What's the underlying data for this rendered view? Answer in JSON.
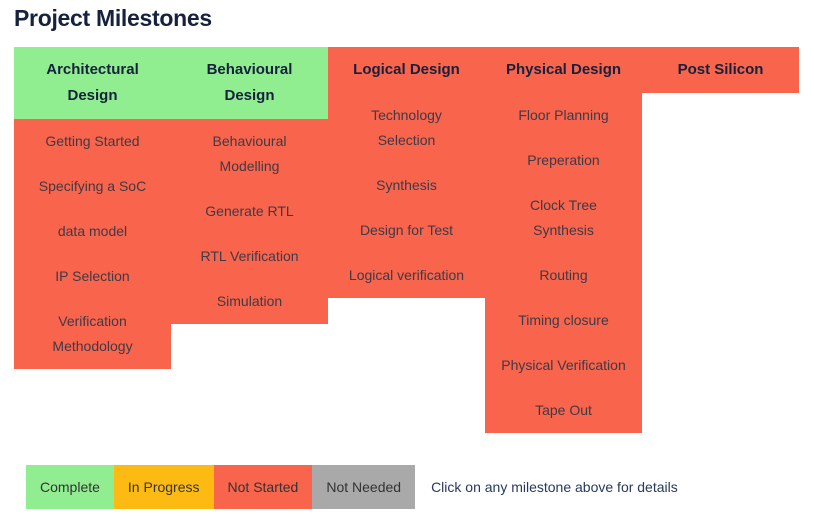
{
  "title": "Project Milestones",
  "colors": {
    "complete": "#90EE90",
    "in_progress": "#FDBA12",
    "not_started": "#F8644C",
    "not_needed": "#A9A9A9",
    "header_text": "#16213E",
    "item_text": "#3F3A46",
    "note_text": "#253A5E"
  },
  "columns": [
    {
      "name": "Architectural Design",
      "header_lines": [
        "Architectural",
        "Design"
      ],
      "status": "complete",
      "milestones": [
        {
          "lines": [
            "Getting Started"
          ],
          "status": "not_started"
        },
        {
          "lines": [
            "Specifying a SoC"
          ],
          "status": "not_started"
        },
        {
          "lines": [
            "data model"
          ],
          "status": "not_started"
        },
        {
          "lines": [
            "IP Selection"
          ],
          "status": "not_started"
        },
        {
          "lines": [
            "Verification",
            "Methodology"
          ],
          "status": "not_started"
        }
      ]
    },
    {
      "name": "Behavioural Design",
      "header_lines": [
        "Behavioural",
        "Design"
      ],
      "status": "complete",
      "milestones": [
        {
          "lines": [
            "Behavioural",
            "Modelling"
          ],
          "status": "not_started"
        },
        {
          "lines": [
            "Generate RTL"
          ],
          "status": "not_started"
        },
        {
          "lines": [
            "RTL Verification"
          ],
          "status": "not_started"
        },
        {
          "lines": [
            "Simulation"
          ],
          "status": "not_started"
        }
      ]
    },
    {
      "name": "Logical Design",
      "header_lines": [
        "Logical Design"
      ],
      "status": "not_started",
      "milestones": [
        {
          "lines": [
            "Technology",
            "Selection"
          ],
          "status": "not_started"
        },
        {
          "lines": [
            "Synthesis"
          ],
          "status": "not_started"
        },
        {
          "lines": [
            "Design for Test"
          ],
          "status": "not_started"
        },
        {
          "lines": [
            "Logical verification"
          ],
          "status": "not_started"
        }
      ]
    },
    {
      "name": "Physical Design",
      "header_lines": [
        "Physical Design"
      ],
      "status": "not_started",
      "milestones": [
        {
          "lines": [
            "Floor Planning"
          ],
          "status": "not_started"
        },
        {
          "lines": [
            "Preperation"
          ],
          "status": "not_started"
        },
        {
          "lines": [
            "Clock Tree",
            "Synthesis"
          ],
          "status": "not_started"
        },
        {
          "lines": [
            "Routing"
          ],
          "status": "not_started"
        },
        {
          "lines": [
            "Timing closure"
          ],
          "status": "not_started"
        },
        {
          "lines": [
            "Physical Verification"
          ],
          "status": "not_started"
        },
        {
          "lines": [
            "Tape Out"
          ],
          "status": "not_started"
        }
      ]
    },
    {
      "name": "Post Silicon",
      "header_lines": [
        "Post Silicon"
      ],
      "status": "not_started",
      "milestones": []
    }
  ],
  "legend": {
    "items": [
      {
        "label": "Complete",
        "status": "complete"
      },
      {
        "label": "In Progress",
        "status": "in_progress"
      },
      {
        "label": "Not Started",
        "status": "not_started"
      },
      {
        "label": "Not Needed",
        "status": "not_needed"
      }
    ],
    "note": "Click on any milestone above for details"
  }
}
